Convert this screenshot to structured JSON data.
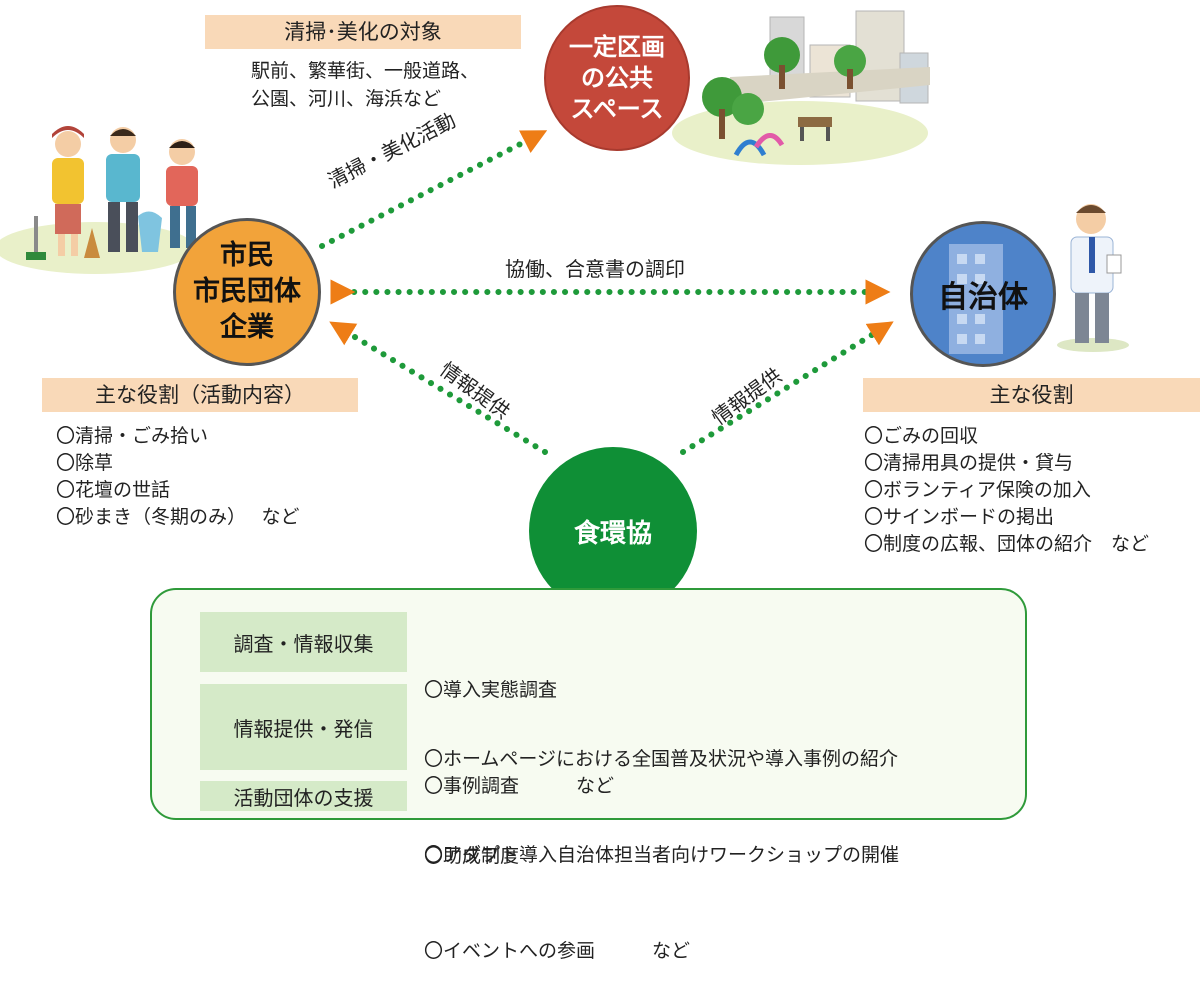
{
  "targets": {
    "header": "清掃･美化の対象",
    "lines": [
      "駅前、繁華街、一般道路、",
      "公園、河川、海浜など"
    ]
  },
  "space_circle": {
    "lines": [
      "一定区画",
      "の公共",
      "スペース"
    ]
  },
  "citizen_circle": {
    "lines": [
      "市民",
      "市民団体",
      "企業"
    ]
  },
  "municipality_circle": {
    "label": "自治体"
  },
  "center_circle": {
    "label": "食環協"
  },
  "arrows": {
    "cleaning": "清掃・美化活動",
    "collaboration": "協働、合意書の調印",
    "info_left": "情報提供",
    "info_right": "情報提供"
  },
  "citizen_roles": {
    "header": "主な役割（活動内容）",
    "items": [
      "〇清掃・ごみ拾い",
      "〇除草",
      "〇花壇の世話",
      "〇砂まき（冬期のみ）　 など"
    ]
  },
  "municipality_roles": {
    "header": "主な役割",
    "items": [
      "〇ごみの回収",
      "〇清掃用具の提供・貸与",
      "〇ボランティア保険の加入",
      "〇サインボードの掲出",
      "〇制度の広報、団体の紹介　など"
    ]
  },
  "activities": [
    {
      "label": "調査・情報収集",
      "items": [
        "〇導入実態調査",
        "〇事例調査　　　など"
      ]
    },
    {
      "label": "情報提供・発信",
      "items": [
        "〇ホームページにおける全国普及状況や導入事例の紹介",
        "〇アダプト導入自治体担当者向けワークショップの開催",
        "〇イベントへの参画　　　など"
      ]
    },
    {
      "label": "活動団体の支援",
      "items": [
        "〇助成制度"
      ]
    }
  ],
  "colors": {
    "orange_header": "#f9d9b8",
    "green_dots": "#1e9a3a",
    "arrow_orange": "#ee7d16",
    "center_green": "#0f8f36",
    "citizen_orange": "#f2a33a",
    "space_red": "#c4483a",
    "municipality_blue": "#4e83c9",
    "activity_cell": "#d5eac8"
  }
}
